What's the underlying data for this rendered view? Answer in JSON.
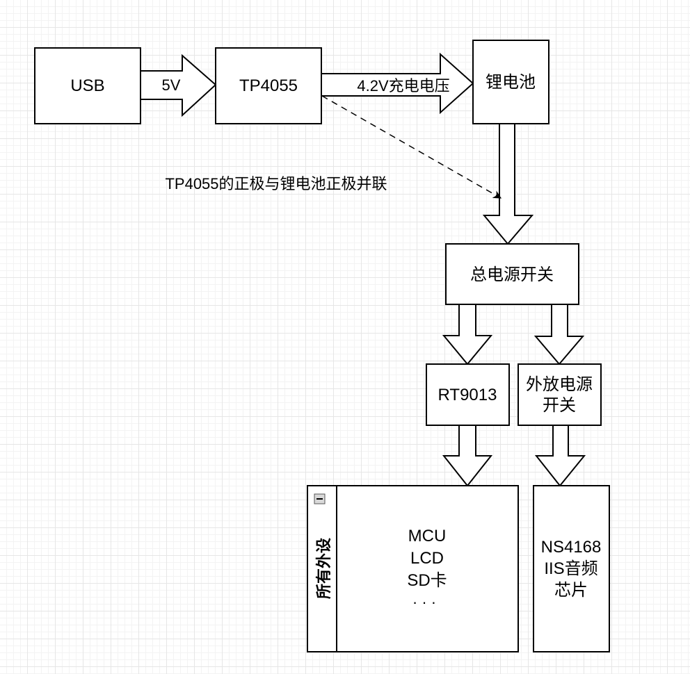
{
  "nodes": {
    "usb": "USB",
    "tp4055": "TP4055",
    "battery": "锂电池",
    "main_switch": "总电源开关",
    "rt9013": "RT9013",
    "amp_switch_line1": "外放电源",
    "amp_switch_line2": "开关",
    "ns4168_line1": "NS4168",
    "ns4168_line2": "IIS音频",
    "ns4168_line3": "芯片"
  },
  "container": {
    "title": "所有外设",
    "collapse_symbol": "−",
    "items": [
      "MCU",
      "LCD",
      "SD卡",
      "·  ·  ·"
    ]
  },
  "edges": {
    "usb_to_tp4055": "5V",
    "tp4055_to_battery": "4.2V充电电压"
  },
  "annotation": "TP4055的正极与锂电池正极并联",
  "colors": {
    "stroke": "#000000",
    "fill": "#ffffff",
    "grid_major": "#e6e6e6",
    "grid_minor": "#f3f3f3",
    "collapse_button": "#d9d9d9"
  }
}
